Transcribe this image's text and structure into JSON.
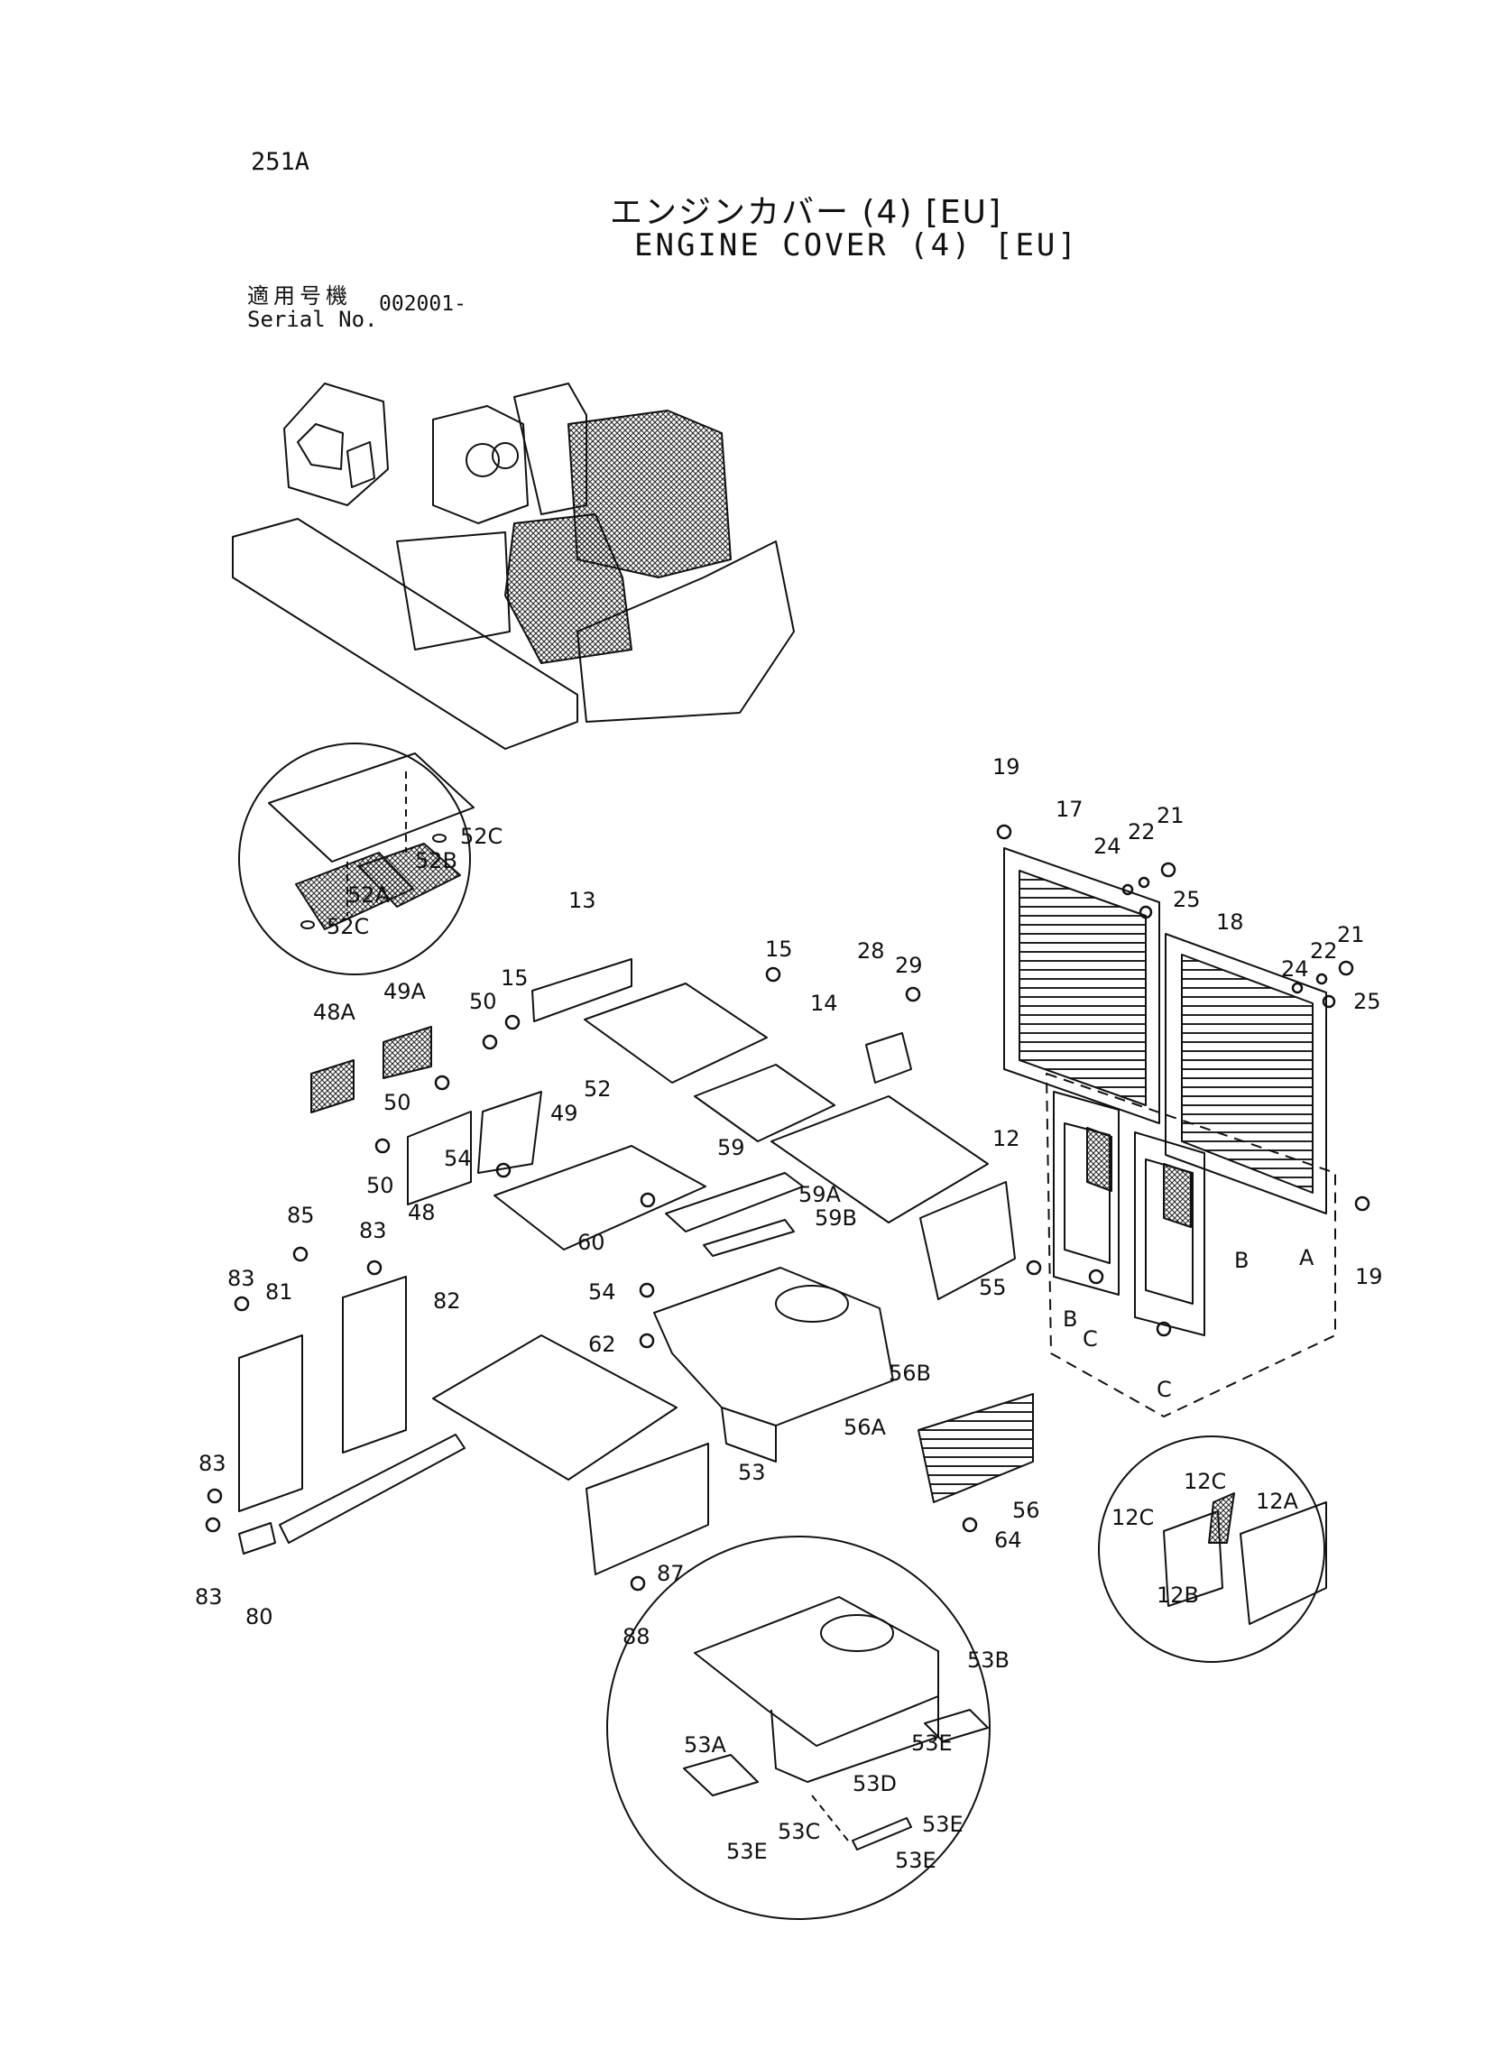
{
  "header": {
    "page_code": "251A",
    "title_jp": "エンジンカバー (4) [EU]",
    "title_en": "ENGINE COVER (4) [EU]",
    "serial_label_jp": "適用号機",
    "serial_label_en": "Serial No.",
    "serial_value": "002001-"
  },
  "callouts": [
    {
      "id": "c19a",
      "text": "19"
    },
    {
      "id": "c17",
      "text": "17"
    },
    {
      "id": "c24a",
      "text": "24"
    },
    {
      "id": "c22a",
      "text": "22"
    },
    {
      "id": "c21a",
      "text": "21"
    },
    {
      "id": "c25a",
      "text": "25"
    },
    {
      "id": "c18",
      "text": "18"
    },
    {
      "id": "c24b",
      "text": "24"
    },
    {
      "id": "c22b",
      "text": "22"
    },
    {
      "id": "c21b",
      "text": "21"
    },
    {
      "id": "c25b",
      "text": "25"
    },
    {
      "id": "c19b",
      "text": "19"
    },
    {
      "id": "cA",
      "text": "A"
    },
    {
      "id": "cB1",
      "text": "B"
    },
    {
      "id": "cB2",
      "text": "B"
    },
    {
      "id": "cC1",
      "text": "C"
    },
    {
      "id": "cC2",
      "text": "C"
    },
    {
      "id": "c52C1",
      "text": "52C"
    },
    {
      "id": "c52B",
      "text": "52B"
    },
    {
      "id": "c52A",
      "text": "52A"
    },
    {
      "id": "c52C2",
      "text": "52C"
    },
    {
      "id": "c13",
      "text": "13"
    },
    {
      "id": "c15a",
      "text": "15"
    },
    {
      "id": "c15b",
      "text": "15"
    },
    {
      "id": "c28",
      "text": "28"
    },
    {
      "id": "c29",
      "text": "29"
    },
    {
      "id": "c14",
      "text": "14"
    },
    {
      "id": "c49A",
      "text": "49A"
    },
    {
      "id": "c48A",
      "text": "48A"
    },
    {
      "id": "c50a",
      "text": "50"
    },
    {
      "id": "c50b",
      "text": "50"
    },
    {
      "id": "c50c",
      "text": "50"
    },
    {
      "id": "c49",
      "text": "49"
    },
    {
      "id": "c48",
      "text": "48"
    },
    {
      "id": "c52",
      "text": "52"
    },
    {
      "id": "c54a",
      "text": "54"
    },
    {
      "id": "c59",
      "text": "59"
    },
    {
      "id": "c59A",
      "text": "59A"
    },
    {
      "id": "c59B",
      "text": "59B"
    },
    {
      "id": "c60",
      "text": "60"
    },
    {
      "id": "c12",
      "text": "12"
    },
    {
      "id": "c55",
      "text": "55"
    },
    {
      "id": "c85",
      "text": "85"
    },
    {
      "id": "c83a",
      "text": "83"
    },
    {
      "id": "c83b",
      "text": "83"
    },
    {
      "id": "c81",
      "text": "81"
    },
    {
      "id": "c82",
      "text": "82"
    },
    {
      "id": "c54b",
      "text": "54"
    },
    {
      "id": "c62",
      "text": "62"
    },
    {
      "id": "c53",
      "text": "53"
    },
    {
      "id": "c56B",
      "text": "56B"
    },
    {
      "id": "c56A",
      "text": "56A"
    },
    {
      "id": "c56",
      "text": "56"
    },
    {
      "id": "c64",
      "text": "64"
    },
    {
      "id": "c83c",
      "text": "83"
    },
    {
      "id": "c83d",
      "text": "83"
    },
    {
      "id": "c80",
      "text": "80"
    },
    {
      "id": "c87",
      "text": "87"
    },
    {
      "id": "c88",
      "text": "88"
    },
    {
      "id": "c12C1",
      "text": "12C"
    },
    {
      "id": "c12A",
      "text": "12A"
    },
    {
      "id": "c12C2",
      "text": "12C"
    },
    {
      "id": "c12B",
      "text": "12B"
    },
    {
      "id": "c53B",
      "text": "53B"
    },
    {
      "id": "c53A",
      "text": "53A"
    },
    {
      "id": "c53E1",
      "text": "53E"
    },
    {
      "id": "c53D",
      "text": "53D"
    },
    {
      "id": "c53C",
      "text": "53C"
    },
    {
      "id": "c53E2",
      "text": "53E"
    },
    {
      "id": "c53E3",
      "text": "53E"
    },
    {
      "id": "c53E4",
      "text": "53E"
    }
  ]
}
